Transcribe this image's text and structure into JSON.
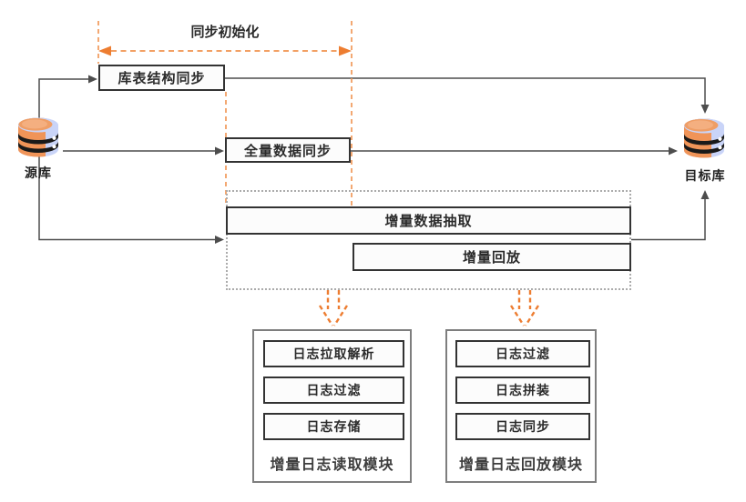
{
  "annotation": {
    "label": "同步初始化"
  },
  "nodes": {
    "source_db": "源库",
    "target_db": "目标库",
    "schema_sync": "库表结构同步",
    "full_data_sync": "全量数据同步",
    "incremental_extract": "增量数据抽取",
    "incremental_replay": "增量回放"
  },
  "modules": [
    {
      "title": "增量日志读取模块",
      "items": [
        "日志拉取解析",
        "日志过滤",
        "日志存储"
      ]
    },
    {
      "title": "增量日志回放模块",
      "items": [
        "日志过滤",
        "日志拼装",
        "日志同步"
      ]
    }
  ],
  "icons": {
    "source": "database-cylinder-icon",
    "target": "database-cylinder-icon",
    "module_arrows": "dashed-down-arrow-icon"
  },
  "colors": {
    "accent_orange": "#ED7D31",
    "accent_orange_light": "#F0934F",
    "line_dark": "#4D4D4D",
    "box_border": "#333333",
    "dotted_border": "#ABABAB",
    "module_border": "#7E7E7E",
    "db_blue": "#C9D4F8",
    "db_orange": "#F09458",
    "background": "#FFFFFF"
  }
}
